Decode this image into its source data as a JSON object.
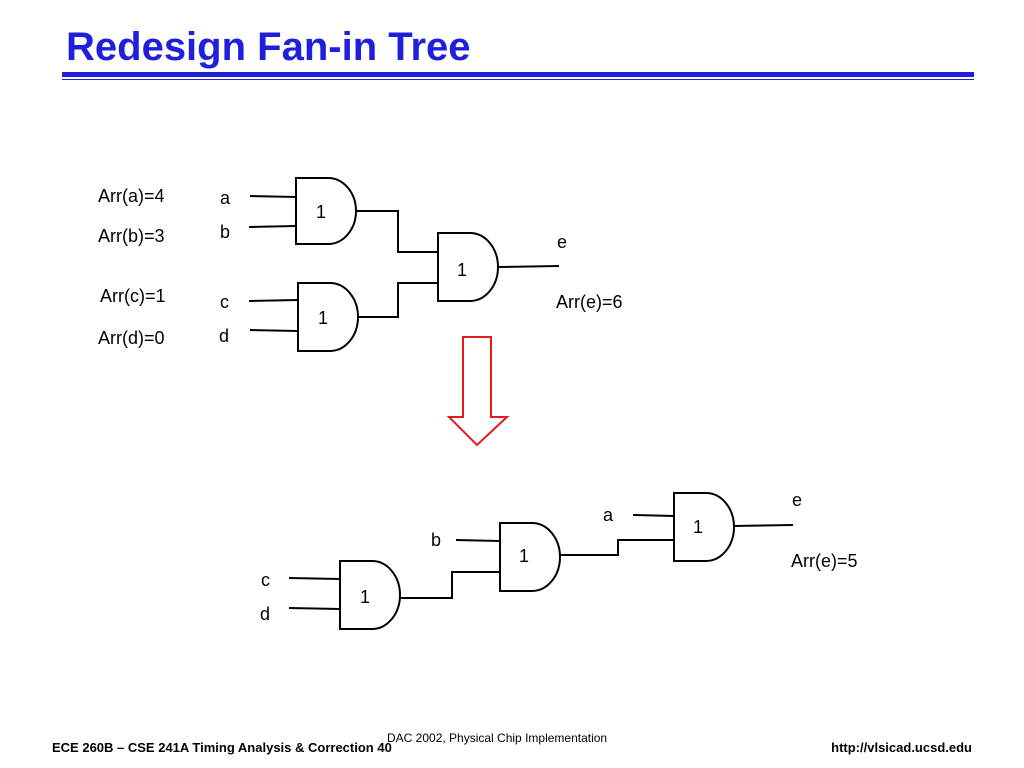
{
  "slide": {
    "title": "Redesign Fan-in Tree"
  },
  "colors": {
    "title": "#1f1fdc",
    "arrow": "#e31b1b"
  },
  "top_tree": {
    "arrivals": {
      "a": "Arr(a)=4",
      "b": "Arr(b)=3",
      "c": "Arr(c)=1",
      "d": "Arr(d)=0"
    },
    "inputs": {
      "a": "a",
      "b": "b",
      "c": "c",
      "d": "d"
    },
    "gate_labels": {
      "g1": "1",
      "g2": "1",
      "g3": "1"
    },
    "output": {
      "name": "e",
      "arrival": "Arr(e)=6"
    }
  },
  "bottom_tree": {
    "inputs": {
      "a": "a",
      "b": "b",
      "c": "c",
      "d": "d"
    },
    "gate_labels": {
      "g1": "1",
      "g2": "1",
      "g3": "1"
    },
    "output": {
      "name": "e",
      "arrival": "Arr(e)=5"
    }
  },
  "footer": {
    "left": "ECE 260B – CSE 241A Timing Analysis & Correction 40",
    "center": "DAC 2002, Physical Chip Implementation",
    "right": "http://vlsicad.ucsd.edu"
  }
}
